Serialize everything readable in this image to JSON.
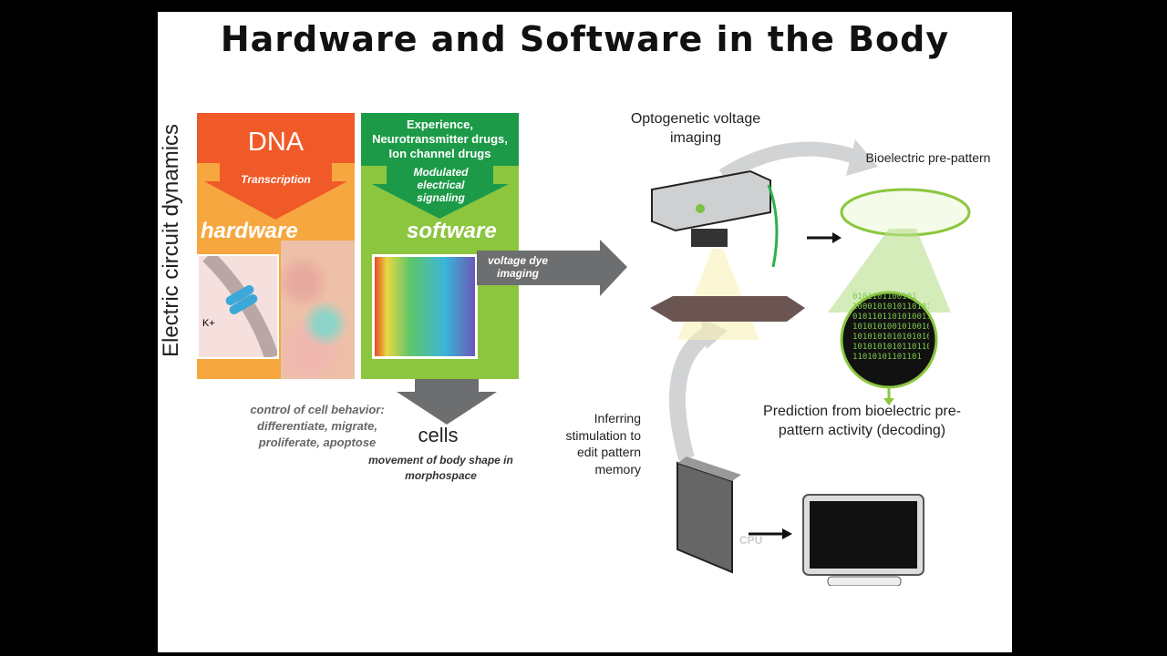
{
  "title": "Hardware and Software in the Body",
  "side_label": "Electric circuit dynamics",
  "hardware_panel": {
    "top": "DNA",
    "arrow": "Transcription",
    "label": "hardware",
    "ion": "K+"
  },
  "software_panel": {
    "top": "Experience, Neurotransmitter drugs, Ion channel drugs",
    "arrow": "Modulated electrical signaling",
    "label": "software"
  },
  "voltage_arrow": "voltage dye imaging",
  "cells": "cells",
  "cell_behavior": "control of cell behavior: differentiate, migrate, proliferate, apoptose",
  "movement": "movement of body shape in morphospace",
  "optogenetic": "Optogenetic voltage imaging",
  "prepattern": "Bioelectric pre-pattern",
  "binary": [
    "0101101100101",
    "1000101010110101",
    "01011011010100110",
    "10101010010100101",
    "10101010101010101",
    "1010101010110110",
    "11010101101101"
  ],
  "prediction": "Prediction from bioelectric pre-pattern activity (decoding)",
  "inferring": "Inferring stimulation to edit pattern memory",
  "cpu": "CPU",
  "colors": {
    "orange": "#f05a28",
    "orange_light": "#f7a740",
    "green_dark": "#1d9a48",
    "green_light": "#8cc63f",
    "arrow_gray": "#6d6e70"
  }
}
